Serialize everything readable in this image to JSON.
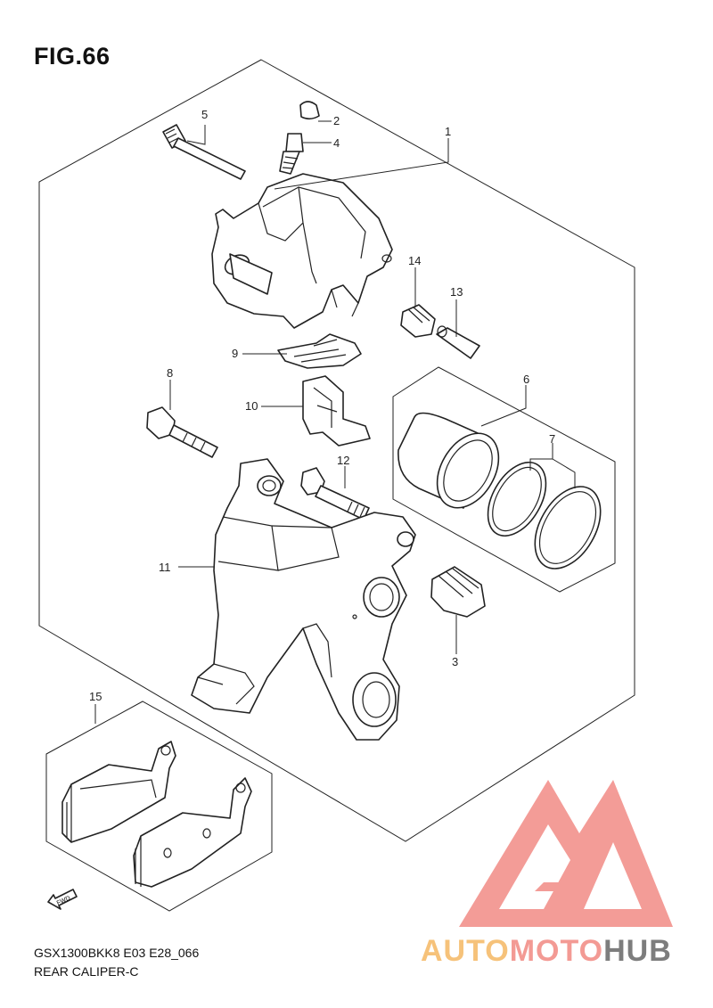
{
  "figure": {
    "title": "FIG.66",
    "model_code": "GSX1300BKK8 E03 E28_066",
    "caption": "REAR CALIPER-C",
    "fwd_label": "FWD"
  },
  "callouts": [
    {
      "number": "1"
    },
    {
      "number": "2"
    },
    {
      "number": "4"
    },
    {
      "number": "5"
    },
    {
      "number": "14"
    },
    {
      "number": "13"
    },
    {
      "number": "9"
    },
    {
      "number": "6"
    },
    {
      "number": "7"
    },
    {
      "number": "8"
    },
    {
      "number": "10"
    },
    {
      "number": "12"
    },
    {
      "number": "11"
    },
    {
      "number": "3"
    },
    {
      "number": "15"
    }
  ],
  "watermark": {
    "text_part1": "AUTO",
    "text_part2": "MOTO",
    "text_part3": "HUB",
    "colors": {
      "part1": "#f6c27a",
      "part2": "#f39a94",
      "part3": "#7d7d7d",
      "logo": "#f28b86"
    }
  }
}
